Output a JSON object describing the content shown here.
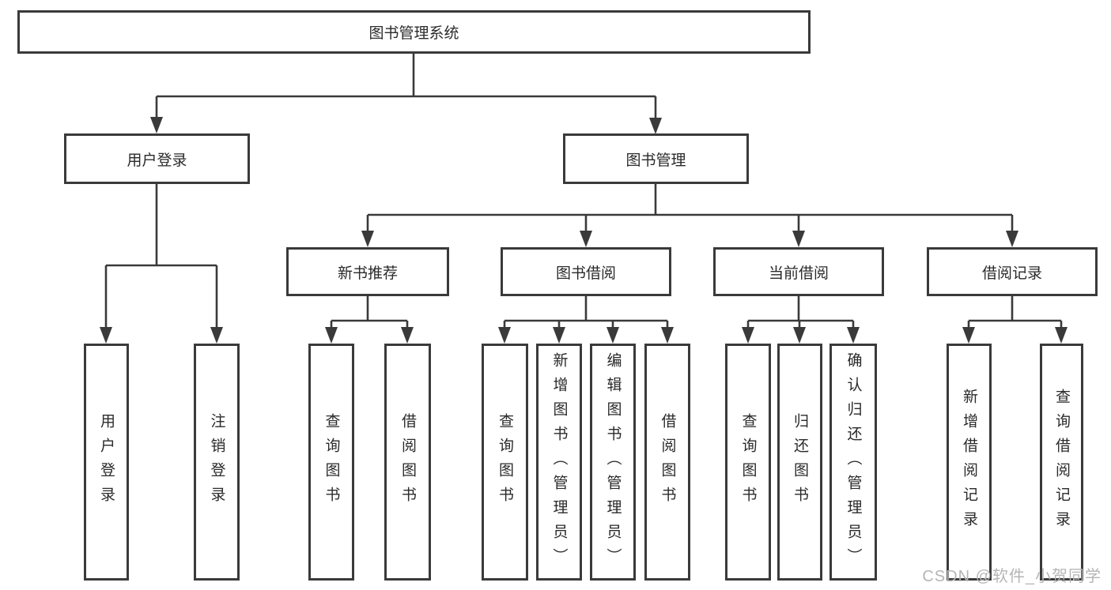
{
  "colors": {
    "background": "#ffffff",
    "line": "#3a3a3a",
    "box_border": "#3a3a3a",
    "text": "#2a2a2a",
    "watermark": "#b5b5b5"
  },
  "tree": {
    "root": {
      "label": "图书管理系统"
    },
    "branches": [
      {
        "label": "用户登录",
        "children": [
          {
            "label": "用户登录"
          },
          {
            "label": "注销登录"
          }
        ]
      },
      {
        "label": "图书管理",
        "children": [
          {
            "label": "新书推荐",
            "children": [
              {
                "label": "查询图书"
              },
              {
                "label": "借阅图书"
              }
            ]
          },
          {
            "label": "图书借阅",
            "children": [
              {
                "label": "查询图书"
              },
              {
                "label": "新增图书（管理员）"
              },
              {
                "label": "编辑图书（管理员）"
              },
              {
                "label": "借阅图书"
              }
            ]
          },
          {
            "label": "当前借阅",
            "children": [
              {
                "label": "查询图书"
              },
              {
                "label": "归还图书"
              },
              {
                "label": "确认归还（管理员）"
              }
            ]
          },
          {
            "label": "借阅记录",
            "children": [
              {
                "label": "新增借阅记录"
              },
              {
                "label": "查询借阅记录"
              }
            ]
          }
        ]
      }
    ]
  },
  "watermark": {
    "text": "CSDN @软件_小贺同学"
  }
}
